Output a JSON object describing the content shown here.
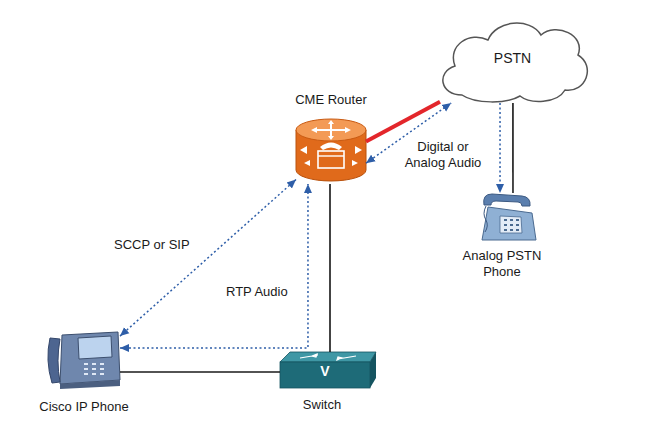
{
  "diagram": {
    "nodes": [
      {
        "text": [
          "PSTN"
        ]
      },
      {
        "text": [
          "CME Router"
        ]
      },
      {
        "text": [
          "Analog PSTN Phone"
        ]
      },
      {
        "text": [
          "Cisco IP Phone"
        ]
      },
      {
        "text": [
          "V",
          "Switch"
        ]
      }
    ],
    "edges": [
      {
        "from": 1,
        "to": 0,
        "arrow": "none"
      },
      {
        "from": 0,
        "to": 2,
        "arrow": "none"
      },
      {
        "from": 1,
        "to": 4,
        "arrow": "none"
      },
      {
        "from": 3,
        "to": 4,
        "arrow": "none"
      },
      {
        "from": 3,
        "to": 1,
        "label": "SCCP or SIP",
        "arrow": "both"
      },
      {
        "from": 3,
        "to": 1,
        "label": "RTP Audio",
        "arrow": "both"
      },
      {
        "from": 1,
        "to": 0,
        "label": "Digital or Analog Audio",
        "arrow": "both"
      },
      {
        "from": 0,
        "to": 2,
        "arrow": "to"
      }
    ]
  }
}
